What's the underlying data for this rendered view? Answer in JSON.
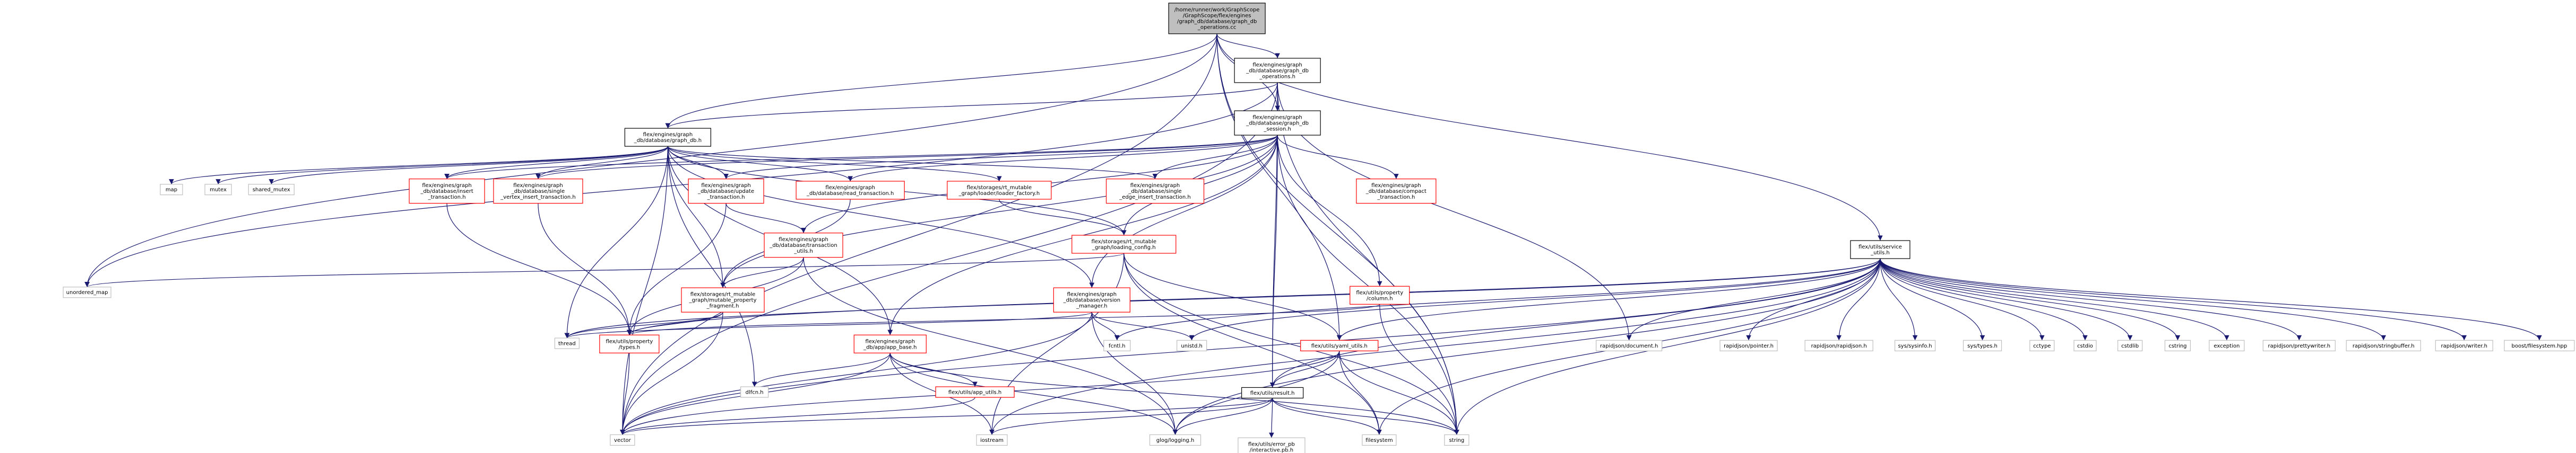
{
  "colors": {
    "edge": "#191970",
    "root_fill": "#bfbfbf",
    "root_stroke": "#000000",
    "normal_stroke": "#000000",
    "incomplete_stroke": "#ff0000",
    "external_stroke": "#bfbfbf"
  },
  "nodes": [
    {
      "id": "root",
      "style": "root",
      "lines": [
        "/home/runner/work/GraphScope",
        "/GraphScope/flex/engines",
        "/graph_db/database/graph_db",
        "_operations.cc"
      ]
    },
    {
      "id": "ops_h",
      "style": "normal",
      "lines": [
        "flex/engines/graph",
        "_db/database/graph_db",
        "_operations.h"
      ]
    },
    {
      "id": "graph_db_h",
      "style": "normal",
      "lines": [
        "flex/engines/graph",
        "_db/database/graph_db.h"
      ]
    },
    {
      "id": "session_h",
      "style": "normal",
      "lines": [
        "flex/engines/graph",
        "_db/database/graph_db",
        "_session.h"
      ]
    },
    {
      "id": "service_utils_h",
      "style": "normal",
      "lines": [
        "flex/utils/service",
        "_utils.h"
      ]
    },
    {
      "id": "map",
      "style": "external",
      "lines": [
        "map"
      ]
    },
    {
      "id": "mutex",
      "style": "external",
      "lines": [
        "mutex"
      ]
    },
    {
      "id": "shared_mutex",
      "style": "external",
      "lines": [
        "shared_mutex"
      ]
    },
    {
      "id": "insert_txn",
      "style": "incomplete",
      "lines": [
        "flex/engines/graph",
        "_db/database/insert",
        "_transaction.h"
      ]
    },
    {
      "id": "single_vertex",
      "style": "incomplete",
      "lines": [
        "flex/engines/graph",
        "_db/database/single",
        "_vertex_insert_transaction.h"
      ]
    },
    {
      "id": "update_txn",
      "style": "incomplete",
      "lines": [
        "flex/engines/graph",
        "_db/database/update",
        "_transaction.h"
      ]
    },
    {
      "id": "read_txn",
      "style": "incomplete",
      "lines": [
        "flex/engines/graph",
        "_db/database/read_transaction.h"
      ]
    },
    {
      "id": "loader_factory",
      "style": "incomplete",
      "lines": [
        "flex/storages/rt_mutable",
        "_graph/loader/loader_factory.h"
      ]
    },
    {
      "id": "single_edge",
      "style": "incomplete",
      "lines": [
        "flex/engines/graph",
        "_db/database/single",
        "_edge_insert_transaction.h"
      ]
    },
    {
      "id": "compact_txn",
      "style": "incomplete",
      "lines": [
        "flex/engines/graph",
        "_db/database/compact",
        "_transaction.h"
      ]
    },
    {
      "id": "txn_utils",
      "style": "incomplete",
      "lines": [
        "flex/engines/graph",
        "_db/database/transaction",
        "_utils.h"
      ]
    },
    {
      "id": "loading_config",
      "style": "incomplete",
      "lines": [
        "flex/storages/rt_mutable",
        "_graph/loading_config.h"
      ]
    },
    {
      "id": "unordered_map",
      "style": "external",
      "lines": [
        "unordered_map"
      ]
    },
    {
      "id": "mutable_fragment",
      "style": "incomplete",
      "lines": [
        "flex/storages/rt_mutable",
        "_graph/mutable_property",
        "_fragment.h"
      ]
    },
    {
      "id": "version_manager",
      "style": "incomplete",
      "lines": [
        "flex/engines/graph",
        "_db/database/version",
        "_manager.h"
      ]
    },
    {
      "id": "property_column",
      "style": "incomplete",
      "lines": [
        "flex/utils/property",
        "/column.h"
      ]
    },
    {
      "id": "thread",
      "style": "external",
      "lines": [
        "thread"
      ]
    },
    {
      "id": "property_types",
      "style": "incomplete",
      "lines": [
        "flex/utils/property",
        "/types.h"
      ]
    },
    {
      "id": "app_base",
      "style": "incomplete",
      "lines": [
        "flex/engines/graph",
        "_db/app/app_base.h"
      ]
    },
    {
      "id": "yaml_utils",
      "style": "incomplete",
      "lines": [
        "flex/utils/yaml_utils.h"
      ]
    },
    {
      "id": "fcntl",
      "style": "external",
      "lines": [
        "fcntl.h"
      ]
    },
    {
      "id": "unistd",
      "style": "external",
      "lines": [
        "unistd.h"
      ]
    },
    {
      "id": "dlfcn",
      "style": "external",
      "lines": [
        "dlfcn.h"
      ]
    },
    {
      "id": "app_utils",
      "style": "incomplete",
      "lines": [
        "flex/utils/app_utils.h"
      ]
    },
    {
      "id": "result_h",
      "style": "normal",
      "lines": [
        "flex/utils/result.h"
      ]
    },
    {
      "id": "vector",
      "style": "external",
      "lines": [
        "vector"
      ]
    },
    {
      "id": "iostream",
      "style": "external",
      "lines": [
        "iostream"
      ]
    },
    {
      "id": "glog",
      "style": "external",
      "lines": [
        "glog/logging.h"
      ]
    },
    {
      "id": "error_pb",
      "style": "external",
      "lines": [
        "flex/utils/error_pb",
        "/interactive.pb.h"
      ]
    },
    {
      "id": "filesystem",
      "style": "external",
      "lines": [
        "filesystem"
      ]
    },
    {
      "id": "string",
      "style": "external",
      "lines": [
        "string"
      ]
    },
    {
      "id": "rj_document",
      "style": "external",
      "lines": [
        "rapidjson/document.h"
      ]
    },
    {
      "id": "rj_pointer",
      "style": "external",
      "lines": [
        "rapidjson/pointer.h"
      ]
    },
    {
      "id": "rj_rapidjson",
      "style": "external",
      "lines": [
        "rapidjson/rapidjson.h"
      ]
    },
    {
      "id": "sys_sysinfo",
      "style": "external",
      "lines": [
        "sys/sysinfo.h"
      ]
    },
    {
      "id": "sys_types",
      "style": "external",
      "lines": [
        "sys/types.h"
      ]
    },
    {
      "id": "cctype",
      "style": "external",
      "lines": [
        "cctype"
      ]
    },
    {
      "id": "cstdio",
      "style": "external",
      "lines": [
        "cstdio"
      ]
    },
    {
      "id": "cstdlib",
      "style": "external",
      "lines": [
        "cstdlib"
      ]
    },
    {
      "id": "cstring",
      "style": "external",
      "lines": [
        "cstring"
      ]
    },
    {
      "id": "exception",
      "style": "external",
      "lines": [
        "exception"
      ]
    },
    {
      "id": "rj_prettywriter",
      "style": "external",
      "lines": [
        "rapidjson/prettywriter.h"
      ]
    },
    {
      "id": "rj_stringbuffer",
      "style": "external",
      "lines": [
        "rapidjson/stringbuffer.h"
      ]
    },
    {
      "id": "rj_writer",
      "style": "external",
      "lines": [
        "rapidjson/writer.h"
      ]
    },
    {
      "id": "boost_fs",
      "style": "external",
      "lines": [
        "boost/filesystem.hpp"
      ]
    }
  ],
  "edges": [
    [
      "root",
      "ops_h"
    ],
    [
      "root",
      "graph_db_h"
    ],
    [
      "root",
      "session_h"
    ],
    [
      "root",
      "service_utils_h"
    ],
    [
      "root",
      "vector"
    ],
    [
      "root",
      "string"
    ],
    [
      "root",
      "unordered_map"
    ],
    [
      "root",
      "yaml_utils"
    ],
    [
      "ops_h",
      "graph_db_h"
    ],
    [
      "ops_h",
      "session_h"
    ],
    [
      "ops_h",
      "result_h"
    ],
    [
      "ops_h",
      "rj_document"
    ],
    [
      "ops_h",
      "vector"
    ],
    [
      "ops_h",
      "string"
    ],
    [
      "ops_h",
      "unordered_map"
    ],
    [
      "graph_db_h",
      "map"
    ],
    [
      "graph_db_h",
      "mutex"
    ],
    [
      "graph_db_h",
      "shared_mutex"
    ],
    [
      "graph_db_h",
      "insert_txn"
    ],
    [
      "graph_db_h",
      "single_vertex"
    ],
    [
      "graph_db_h",
      "update_txn"
    ],
    [
      "graph_db_h",
      "read_txn"
    ],
    [
      "graph_db_h",
      "loader_factory"
    ],
    [
      "graph_db_h",
      "single_edge"
    ],
    [
      "graph_db_h",
      "loading_config"
    ],
    [
      "graph_db_h",
      "mutable_fragment"
    ],
    [
      "graph_db_h",
      "version_manager"
    ],
    [
      "graph_db_h",
      "thread"
    ],
    [
      "graph_db_h",
      "app_base"
    ],
    [
      "graph_db_h",
      "vector"
    ],
    [
      "graph_db_h",
      "dlfcn"
    ],
    [
      "session_h",
      "insert_txn"
    ],
    [
      "session_h",
      "single_vertex"
    ],
    [
      "session_h",
      "update_txn"
    ],
    [
      "session_h",
      "read_txn"
    ],
    [
      "session_h",
      "single_edge"
    ],
    [
      "session_h",
      "compact_txn"
    ],
    [
      "session_h",
      "txn_utils"
    ],
    [
      "session_h",
      "loading_config"
    ],
    [
      "session_h",
      "mutable_fragment"
    ],
    [
      "session_h",
      "version_manager"
    ],
    [
      "session_h",
      "property_column"
    ],
    [
      "session_h",
      "app_base"
    ],
    [
      "session_h",
      "result_h"
    ],
    [
      "session_h",
      "string"
    ],
    [
      "insert_txn",
      "property_types"
    ],
    [
      "single_vertex",
      "property_types"
    ],
    [
      "update_txn",
      "property_types"
    ],
    [
      "update_txn",
      "txn_utils"
    ],
    [
      "read_txn",
      "mutable_fragment"
    ],
    [
      "loader_factory",
      "loading_config"
    ],
    [
      "txn_utils",
      "mutable_fragment"
    ],
    [
      "txn_utils",
      "property_types"
    ],
    [
      "txn_utils",
      "glog"
    ],
    [
      "loading_config",
      "unordered_map"
    ],
    [
      "loading_config",
      "yaml_utils"
    ],
    [
      "loading_config",
      "filesystem"
    ],
    [
      "loading_config",
      "string"
    ],
    [
      "loading_config",
      "iostream"
    ],
    [
      "mutable_fragment",
      "thread"
    ],
    [
      "mutable_fragment",
      "property_types"
    ],
    [
      "mutable_fragment",
      "vector"
    ],
    [
      "version_manager",
      "thread"
    ],
    [
      "version_manager",
      "fcntl"
    ],
    [
      "version_manager",
      "unistd"
    ],
    [
      "version_manager",
      "glog"
    ],
    [
      "version_manager",
      "vector"
    ],
    [
      "property_column",
      "string"
    ],
    [
      "property_column",
      "property_types"
    ],
    [
      "property_types",
      "vector"
    ],
    [
      "app_base",
      "dlfcn"
    ],
    [
      "app_base",
      "app_utils"
    ],
    [
      "app_base",
      "glog"
    ],
    [
      "app_base",
      "vector"
    ],
    [
      "app_base",
      "iostream"
    ],
    [
      "app_base",
      "string"
    ],
    [
      "app_utils",
      "vector"
    ],
    [
      "yaml_utils",
      "result_h"
    ],
    [
      "yaml_utils",
      "glog"
    ],
    [
      "yaml_utils",
      "filesystem"
    ],
    [
      "yaml_utils",
      "string"
    ],
    [
      "yaml_utils",
      "vector"
    ],
    [
      "result_h",
      "vector"
    ],
    [
      "result_h",
      "iostream"
    ],
    [
      "result_h",
      "glog"
    ],
    [
      "result_h",
      "error_pb"
    ],
    [
      "result_h",
      "filesystem"
    ],
    [
      "result_h",
      "string"
    ],
    [
      "service_utils_h",
      "fcntl"
    ],
    [
      "service_utils_h",
      "unistd"
    ],
    [
      "service_utils_h",
      "rj_document"
    ],
    [
      "service_utils_h",
      "rj_pointer"
    ],
    [
      "service_utils_h",
      "rj_rapidjson"
    ],
    [
      "service_utils_h",
      "sys_sysinfo"
    ],
    [
      "service_utils_h",
      "sys_types"
    ],
    [
      "service_utils_h",
      "cctype"
    ],
    [
      "service_utils_h",
      "cstdio"
    ],
    [
      "service_utils_h",
      "cstdlib"
    ],
    [
      "service_utils_h",
      "cstring"
    ],
    [
      "service_utils_h",
      "exception"
    ],
    [
      "service_utils_h",
      "rj_prettywriter"
    ],
    [
      "service_utils_h",
      "rj_stringbuffer"
    ],
    [
      "service_utils_h",
      "rj_writer"
    ],
    [
      "service_utils_h",
      "boost_fs"
    ],
    [
      "service_utils_h",
      "yaml_utils"
    ],
    [
      "service_utils_h",
      "result_h"
    ],
    [
      "service_utils_h",
      "property_types"
    ],
    [
      "service_utils_h",
      "thread"
    ],
    [
      "service_utils_h",
      "filesystem"
    ],
    [
      "service_utils_h",
      "string"
    ],
    [
      "service_utils_h",
      "vector"
    ],
    [
      "service_utils_h",
      "iostream"
    ],
    [
      "service_utils_h",
      "glog"
    ]
  ]
}
